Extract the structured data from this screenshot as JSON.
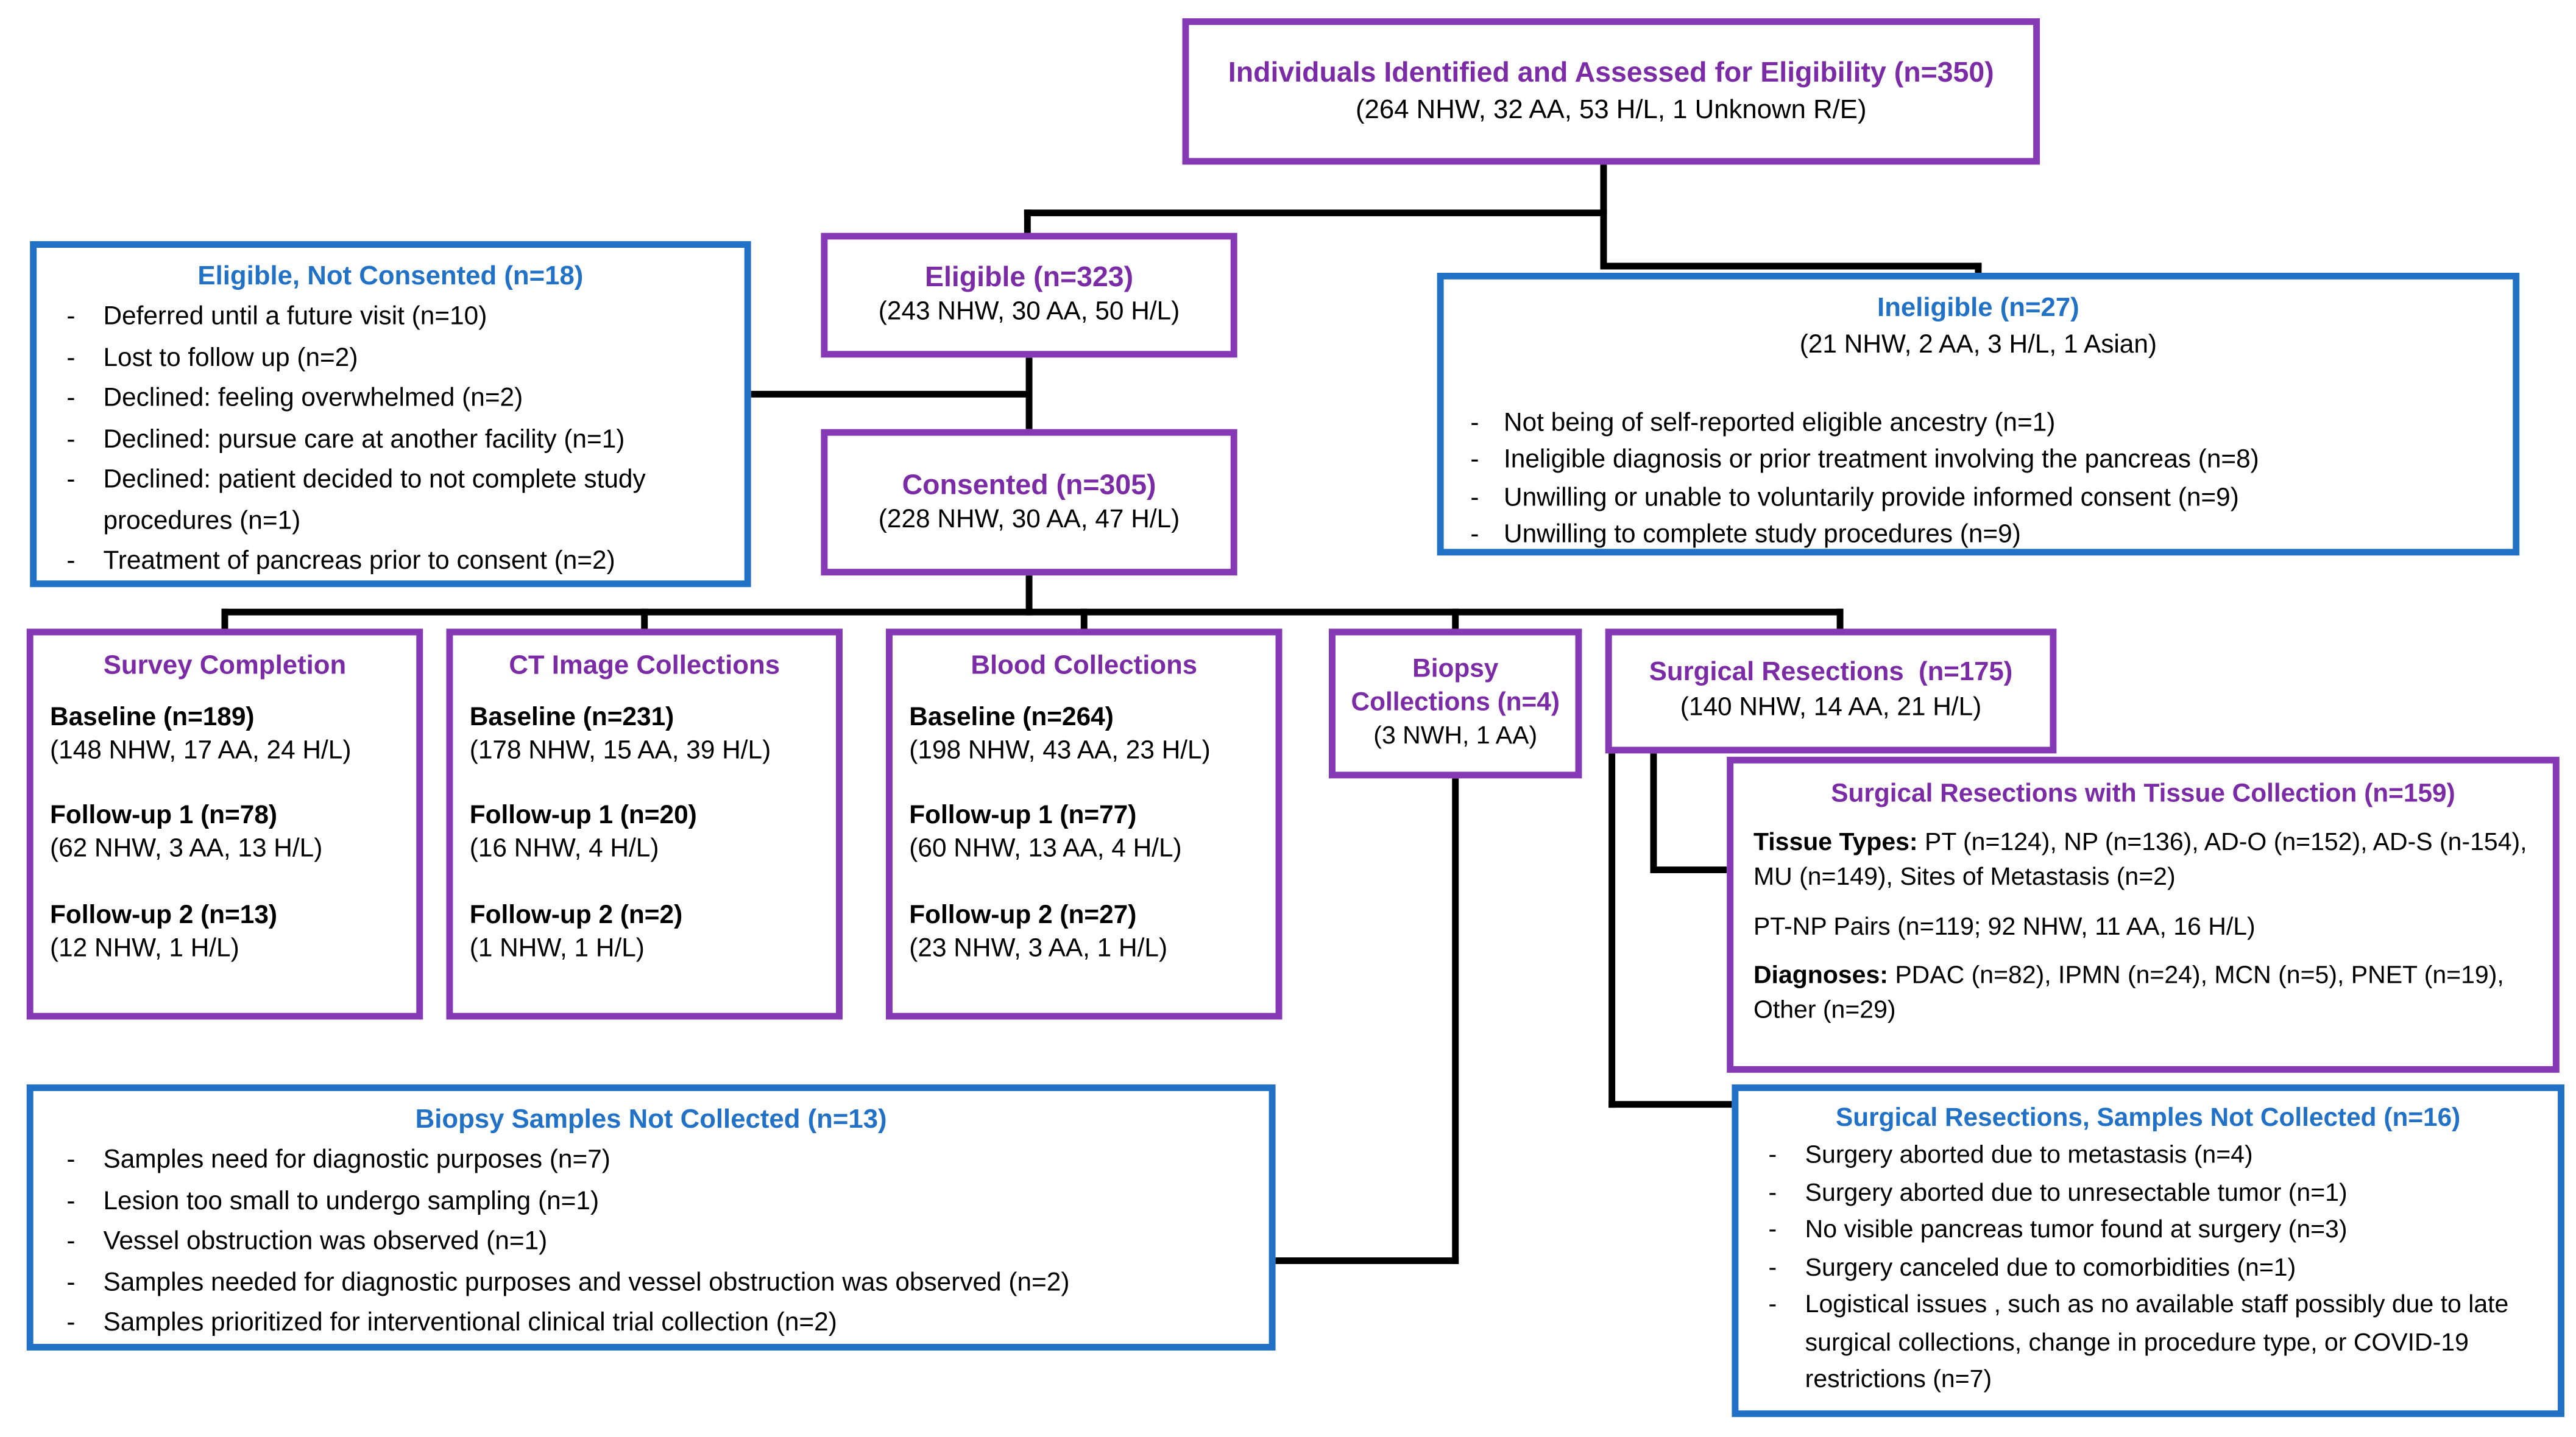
{
  "bullet": "-",
  "colors": {
    "purple_border": "#8639b5",
    "purple_text": "#7a2ba5",
    "blue": "#2171c7",
    "line": "#000000"
  },
  "boxes": {
    "identified": {
      "title": "Individuals Identified and Assessed for Eligibility (n=350)",
      "subtitle": "(264 NHW, 32 AA, 53 H/L, 1 Unknown R/E)"
    },
    "eligible_not_consented": {
      "title": "Eligible, Not Consented (n=18)",
      "items": [
        "Deferred until a future visit (n=10)",
        "Lost to follow up (n=2)",
        "Declined: feeling overwhelmed (n=2)",
        "Declined: pursue care at another facility (n=1)",
        "Declined: patient decided to not complete study procedures (n=1)",
        "Treatment of pancreas prior to consent (n=2)"
      ]
    },
    "eligible": {
      "title": "Eligible (n=323)",
      "subtitle": "(243 NHW, 30 AA, 50 H/L)"
    },
    "ineligible": {
      "title": "Ineligible (n=27)",
      "subtitle": "(21 NHW, 2 AA, 3 H/L, 1 Asian)",
      "items": [
        "Not being of self-reported eligible ancestry (n=1)",
        "Ineligible diagnosis or prior treatment involving the pancreas (n=8)",
        "Unwilling or unable to voluntarily provide informed consent (n=9)",
        "Unwilling to complete study procedures (n=9)"
      ]
    },
    "consented": {
      "title": "Consented (n=305)",
      "subtitle": "(228 NHW, 30 AA, 47 H/L)"
    },
    "survey": {
      "title": "Survey Completion",
      "entries": [
        {
          "label": "Baseline (n=189)",
          "detail": "(148 NHW, 17 AA, 24 H/L)"
        },
        {
          "label": "Follow-up 1 (n=78)",
          "detail": "(62 NHW, 3 AA, 13 H/L)"
        },
        {
          "label": "Follow-up 2 (n=13)",
          "detail": "(12 NHW,  1 H/L)"
        }
      ]
    },
    "ct": {
      "title": "CT Image Collections",
      "entries": [
        {
          "label": "Baseline (n=231)",
          "detail": "(178 NHW, 15 AA, 39 H/L)"
        },
        {
          "label": "Follow-up 1 (n=20)",
          "detail": "(16 NHW, 4 H/L)"
        },
        {
          "label": "Follow-up 2 (n=2)",
          "detail": "(1 NHW, 1 H/L)"
        }
      ]
    },
    "blood": {
      "title": "Blood Collections",
      "entries": [
        {
          "label": "Baseline (n=264)",
          "detail": "(198 NHW, 43 AA, 23 H/L)"
        },
        {
          "label": "Follow-up 1 (n=77)",
          "detail": "(60 NHW, 13 AA, 4 H/L)"
        },
        {
          "label": "Follow-up 2 (n=27)",
          "detail": "(23 NHW, 3 AA, 1 H/L)"
        }
      ]
    },
    "biopsy": {
      "title_line1": "Biopsy",
      "title_line2": "Collections (n=4)",
      "subtitle": "(3 NWH, 1 AA)"
    },
    "surgical": {
      "title": "Surgical Resections  (n=175)",
      "subtitle": "(140 NHW, 14 AA, 21 H/L)"
    },
    "tissue": {
      "title": "Surgical Resections with Tissue Collection (n=159)",
      "p1_lead": "Tissue Types:",
      "p1_text": " PT (n=124), NP (n=136), AD-O (n=152), AD-S (n-154), MU (n=149), Sites of Metastasis (n=2)",
      "p2_text": "PT-NP Pairs (n=119; 92 NHW, 11 AA, 16 H/L)",
      "p3_lead": "Diagnoses:",
      "p3_text": " PDAC (n=82), IPMN (n=24), MCN (n=5), PNET (n=19), Other (n=29)"
    },
    "biopsy_not_collected": {
      "title": "Biopsy Samples Not Collected (n=13)",
      "items": [
        "Samples need for diagnostic purposes (n=7)",
        "Lesion too small to undergo sampling (n=1)",
        "Vessel obstruction was observed (n=1)",
        "Samples needed for diagnostic purposes and vessel obstruction was observed (n=2)",
        "Samples prioritized for interventional clinical trial collection (n=2)"
      ]
    },
    "surgical_not_collected": {
      "title": "Surgical Resections, Samples Not Collected (n=16)",
      "items": [
        "Surgery aborted due to metastasis (n=4)",
        "Surgery aborted due to unresectable tumor (n=1)",
        "No visible pancreas tumor found at surgery (n=3)",
        "Surgery canceled due to comorbidities (n=1)",
        "Logistical issues , such as no available staff possibly due to late surgical collections, change in procedure type, or COVID-19 restrictions (n=7)"
      ]
    }
  }
}
